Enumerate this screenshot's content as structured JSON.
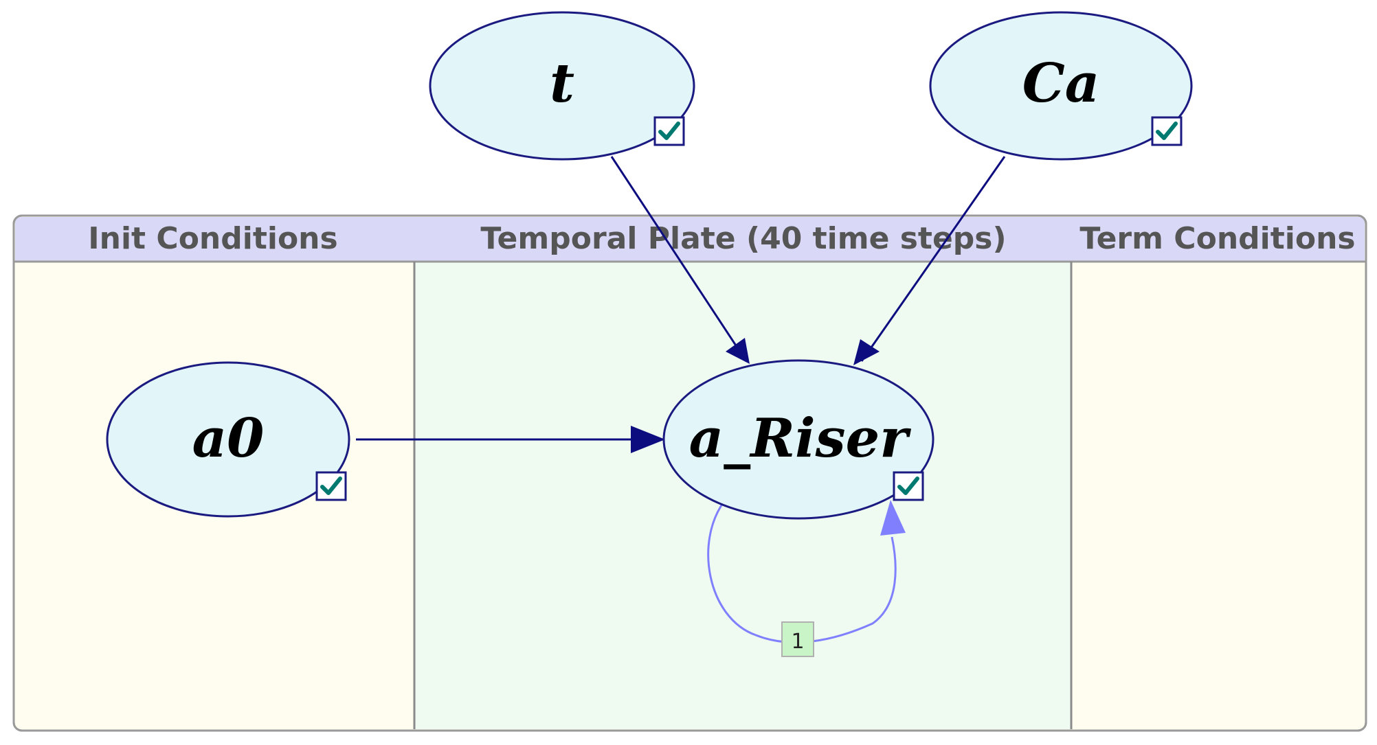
{
  "plate": {
    "sections": [
      {
        "id": "init",
        "label": "Init Conditions"
      },
      {
        "id": "temporal",
        "label": "Temporal Plate (40 time steps)"
      },
      {
        "id": "term",
        "label": "Term Conditions"
      }
    ]
  },
  "nodes": [
    {
      "id": "t",
      "label": "t",
      "checked": true
    },
    {
      "id": "ca",
      "label": "Ca",
      "checked": true
    },
    {
      "id": "a0",
      "label": "a0",
      "checked": true
    },
    {
      "id": "a_riser",
      "label": "a_Riser",
      "checked": true
    }
  ],
  "edges": [
    {
      "from": "t",
      "to": "a_riser"
    },
    {
      "from": "ca",
      "to": "a_riser"
    },
    {
      "from": "a0",
      "to": "a_riser"
    }
  ],
  "self_loop": {
    "node": "a_riser",
    "label": "1"
  },
  "colors": {
    "header_bg": "#d9d9f7",
    "init_bg": "#fffdf0",
    "temporal_bg": "#effbf1",
    "term_bg": "#fffdf0",
    "node_fill": "#e2f5f8",
    "node_stroke": "#1a1a80",
    "edge": "#0d0d80",
    "loop_edge": "#8080ff",
    "loop_label_bg": "#c8f4c8",
    "check": "#007a70"
  }
}
